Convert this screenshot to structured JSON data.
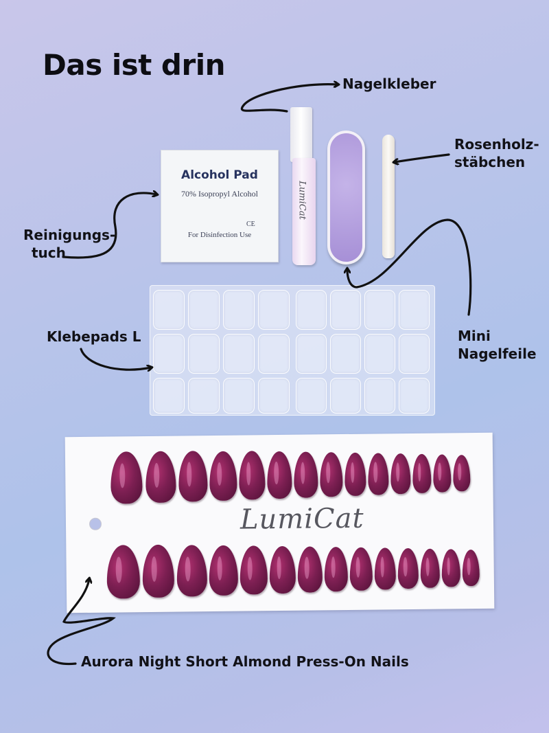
{
  "title": "Das ist drin",
  "labels": {
    "nagelkleber": "Nagelkleber",
    "rosenholz_line1": "Rosenholz-",
    "rosenholz_line2": "stäbchen",
    "reinigung_line1": "Reinigungs-",
    "reinigung_line2": "tuch",
    "klebepads": "Klebepads L",
    "mini": "Mini",
    "nagelfeile": "Nagelfeile",
    "nails": "Aurora Night Short Almond Press-On Nails"
  },
  "alcohol_pad": {
    "title": "Alcohol  Pad",
    "subtitle": "70% Isopropyl Alcohol",
    "ce": "CE",
    "use": "For Disinfection Use"
  },
  "glue_logo": "LumiCat",
  "card_brand": "LumiCat",
  "colors": {
    "nail": "#7c1f52",
    "file": "#b39ee0",
    "background": "#b9c4ea"
  }
}
